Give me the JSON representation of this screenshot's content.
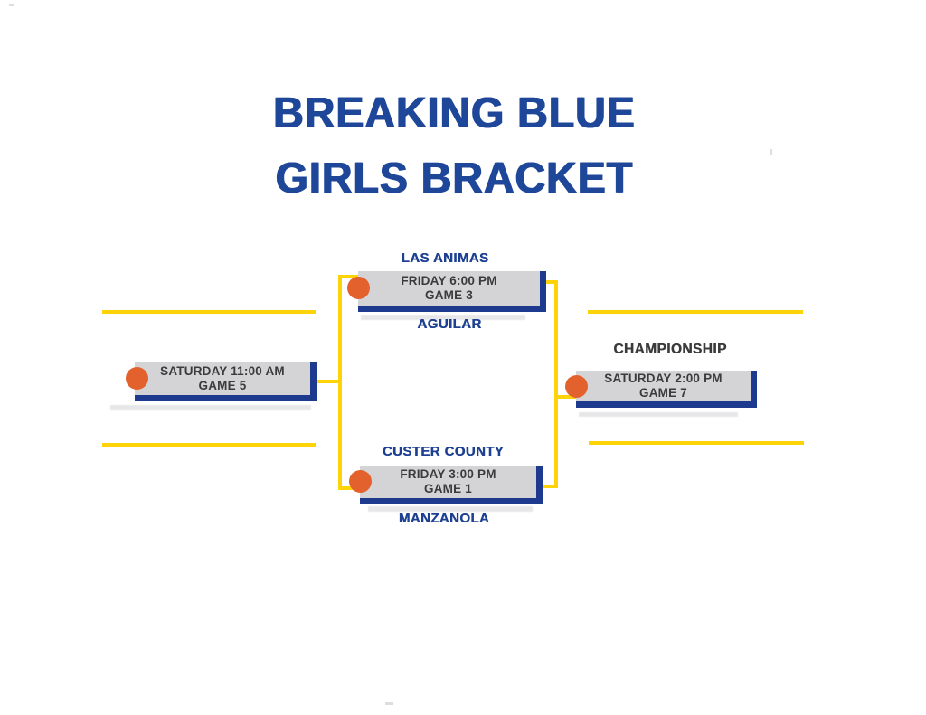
{
  "title": {
    "line1": "BREAKING BLUE",
    "line2": "GIRLS BRACKET"
  },
  "bracket": {
    "games": [
      {
        "id": "game3",
        "top_team": "LAS ANIMAS",
        "bottom_team": "AGUILAR",
        "time": "FRIDAY 6:00 PM",
        "game": "GAME 3"
      },
      {
        "id": "game5",
        "time": "SATURDAY 11:00 AM",
        "game": "GAME 5"
      },
      {
        "id": "game1",
        "top_team": "CUSTER COUNTY",
        "bottom_team": "MANZANOLA",
        "time": "FRIDAY 3:00 PM",
        "game": "GAME 1"
      },
      {
        "id": "game7",
        "round_label": "CHAMPIONSHIP",
        "time": "SATURDAY 2:00 PM",
        "game": "GAME 7"
      }
    ]
  },
  "icons": {
    "seed_dot": "orange-circle"
  },
  "colors": {
    "title_blue": "#1e4699",
    "label_blue": "#1d4092",
    "border_blue": "#1e3a8f",
    "line_yellow": "#fed307",
    "orange": "#e2612c",
    "box_gray": "#d4d4d7",
    "dark_text": "#3b3b3b"
  }
}
